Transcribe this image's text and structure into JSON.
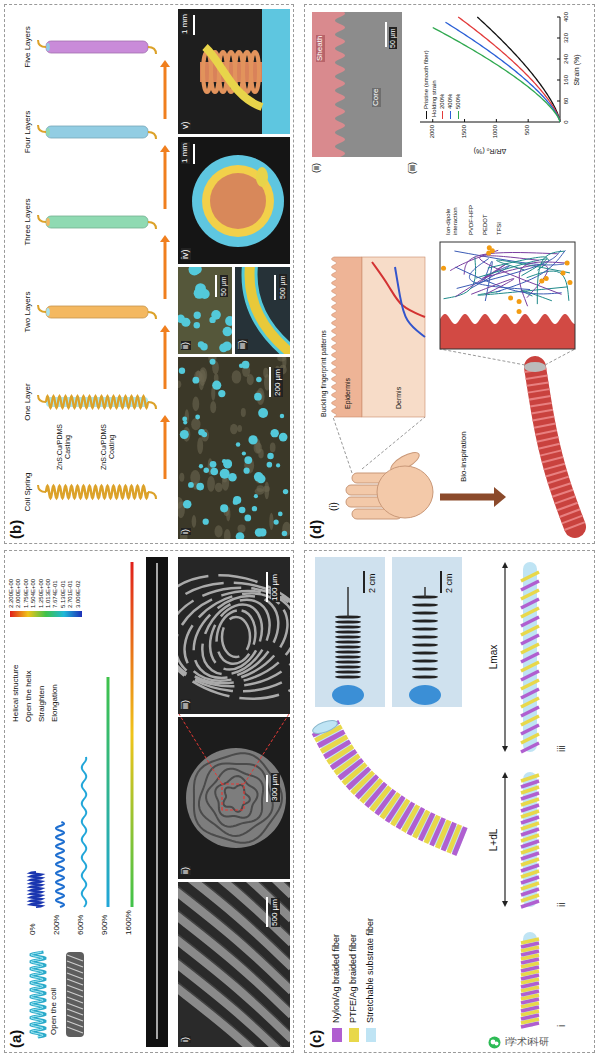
{
  "diagram": {
    "nodes": [
      {
        "text": [
          "(a)"
        ]
      },
      {
        "text": [
          "(b)"
        ]
      },
      {
        "text": [
          "(c)"
        ]
      },
      {
        "text": [
          "(d)"
        ]
      }
    ],
    "labels": [
      "Open the coil",
      "0%",
      "200%",
      "600%",
      "900%",
      "1600%",
      "Helical structure",
      "Open the helix",
      "Straighten",
      "Elongation",
      "2.200E+00",
      "2.000E+00",
      "1.759E+00",
      "1.504E+00",
      "1.250E+00",
      "1.013E+00",
      "7.674E-01",
      "5.130E-01",
      "2.701E-01",
      "3.009E-02",
      "i)",
      "500 µm",
      "ii)",
      "300 µm",
      "iii)",
      "100 µm",
      "Coil Spring",
      "ZnS:Cu/PDMS Casting",
      "ZnS:Cu/PDMS Coating",
      "One Layer",
      "Two Layers",
      "Three Layers",
      "Four Layers",
      "Five Layers",
      "i)",
      "200 µm",
      "ii)",
      "50 µm",
      "iii)",
      "500 µm",
      "iv)",
      "1 mm",
      "v)",
      "1 mm",
      "2 cm",
      "2 cm",
      "i",
      "ii",
      "iii",
      "L+dL",
      "Lmax",
      "(i)",
      "Buckling fingerprint patterns",
      "Epidermis",
      "Dermis",
      "Bio-inspiration",
      "Ion-dipole interaction",
      "PVDF-HFP",
      "PEDOT",
      "TFSI",
      "(ii)",
      "Sheath",
      "Core",
      "50 µm",
      "(iii)",
      "ΔR/R₀ (%)",
      "500",
      "1000",
      "1500",
      "2000",
      "0",
      "80",
      "160",
      "240",
      "320",
      "400",
      "Strain (%)",
      "Holding strain",
      "i学术i科研"
    ],
    "legend": [
      {
        "text": "Nylon/Ag braided fiber",
        "color": "#b05fd0"
      },
      {
        "text": "PTFE/Ag braided fiber",
        "color": "#e8d84a"
      },
      {
        "text": "Stretchable substrate fiber",
        "color": "#bfe4f4"
      },
      {
        "text": "Pristine (smooth fiber)"
      },
      {
        "text": "200%"
      },
      {
        "text": "400%"
      },
      {
        "text": "500%"
      }
    ]
  }
}
